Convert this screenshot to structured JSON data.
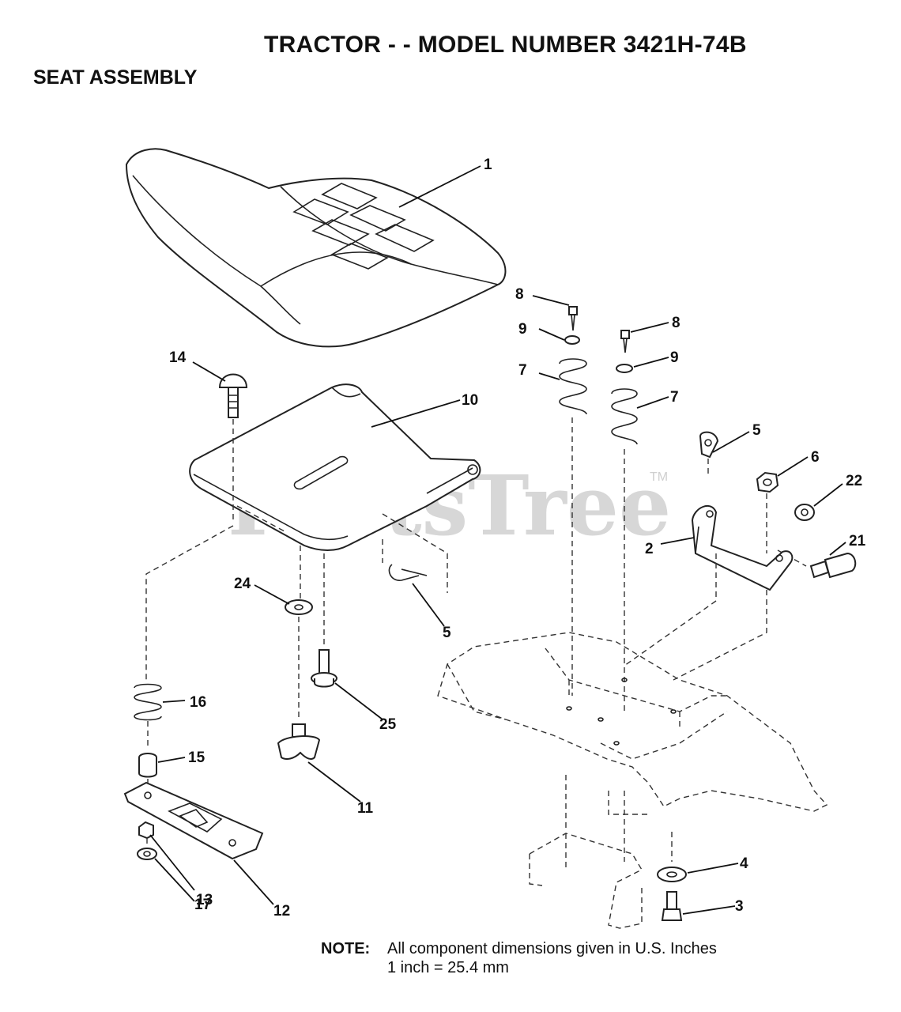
{
  "header": {
    "title": "TRACTOR - - MODEL NUMBER 3421H-74B",
    "section": "SEAT ASSEMBLY"
  },
  "watermark": {
    "brand": "PartsTree",
    "tm": "TM"
  },
  "callouts": {
    "seat": "1",
    "bracket": "2",
    "screw_bottom": "3",
    "washer_bottom": "4",
    "clip_right": "5",
    "clip_left": "5",
    "nut_right": "6",
    "spring_left": "7",
    "spring_right": "7",
    "pin_left": "8",
    "pin_right": "8",
    "washer_left": "9",
    "washer_right": "9",
    "seat_pan": "10",
    "knob": "11",
    "slide_plate": "12",
    "nut_small": "13",
    "carriage_bolt": "14",
    "spacer": "15",
    "spring_small": "16",
    "washer_small": "17",
    "bolt_shoulder": "21",
    "nut_flange": "22",
    "washer_flat": "24",
    "bolt_flange": "25"
  },
  "note": {
    "label": "NOTE:",
    "line1": "All component dimensions given in U.S. Inches",
    "line2": "1 inch = 25.4 mm"
  }
}
